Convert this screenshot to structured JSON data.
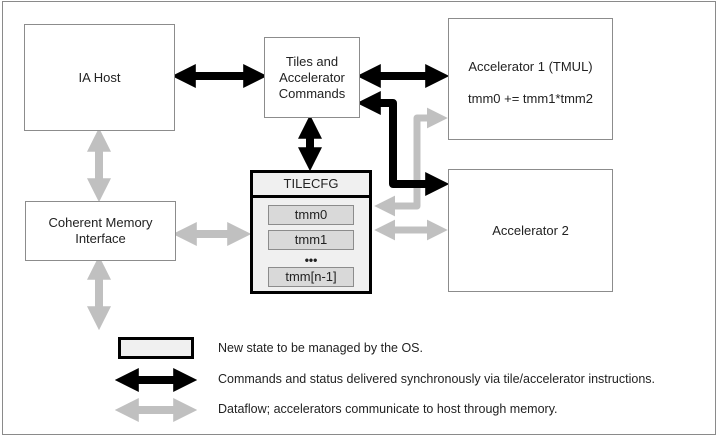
{
  "diagram": {
    "nodes": {
      "ia_host": "IA Host",
      "tiles_commands": [
        "Tiles and",
        "Accelerator",
        "Commands"
      ],
      "accelerator1_title": "Accelerator 1 (TMUL)",
      "accelerator1_formula": "tmm0 += tmm1*tmm2",
      "accelerator2": "Accelerator 2",
      "coherent_memory": [
        "Coherent Memory",
        "Interface"
      ]
    },
    "tilecfg": {
      "header": "TILECFG",
      "registers": [
        "tmm0",
        "tmm1",
        "tmm[n-1]"
      ],
      "ellipsis": "•••"
    },
    "edges": [
      {
        "from": "IA Host",
        "to": "Tiles and Accelerator Commands",
        "type": "command",
        "direction": "both"
      },
      {
        "from": "Tiles and Accelerator Commands",
        "to": "Accelerator 1 (TMUL)",
        "type": "command",
        "direction": "both"
      },
      {
        "from": "Tiles and Accelerator Commands",
        "to": "Accelerator 2",
        "type": "command",
        "direction": "both"
      },
      {
        "from": "Tiles and Accelerator Commands",
        "to": "TILECFG",
        "type": "command",
        "direction": "both"
      },
      {
        "from": "IA Host",
        "to": "Coherent Memory Interface",
        "type": "dataflow",
        "direction": "both"
      },
      {
        "from": "Coherent Memory Interface",
        "to": "TILECFG",
        "type": "dataflow",
        "direction": "both"
      },
      {
        "from": "Coherent Memory Interface",
        "to": "memory",
        "type": "dataflow",
        "direction": "both"
      },
      {
        "from": "TILECFG",
        "to": "Accelerator 1 (TMUL)",
        "type": "dataflow",
        "direction": "both"
      },
      {
        "from": "TILECFG",
        "to": "Accelerator 2",
        "type": "dataflow",
        "direction": "both"
      }
    ],
    "colors": {
      "command_arrow": "#000000",
      "dataflow_arrow": "#c0c0c0",
      "state_fill": "#f0f0f0",
      "register_fill": "#d9d9d9",
      "box_border": "#8c8c8c"
    }
  },
  "legend": {
    "items": [
      {
        "kind": "state-box",
        "label": "New state to be managed by the OS."
      },
      {
        "kind": "command-arrow",
        "label": "Commands and status delivered synchronously via tile/accelerator instructions."
      },
      {
        "kind": "dataflow-arrow",
        "label": "Dataflow; accelerators communicate to host through memory."
      }
    ]
  }
}
